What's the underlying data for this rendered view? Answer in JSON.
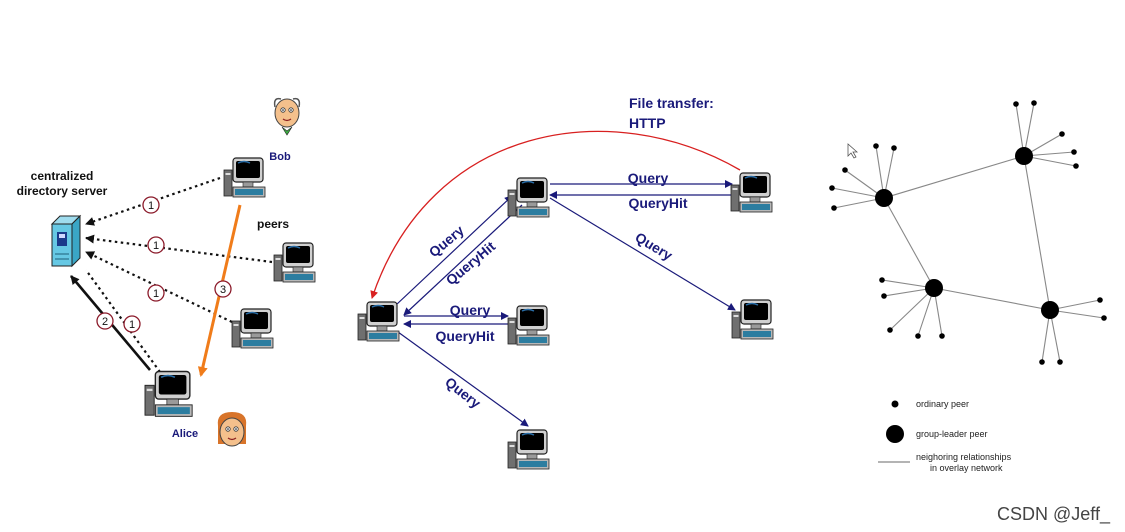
{
  "colors": {
    "navy": "#1a1a7a",
    "orange": "#f07c1a",
    "red": "#d82020",
    "circle": "#8b1a2a",
    "gray": "#888888",
    "watermark": "#444444"
  },
  "centralized": {
    "server_label_line1": "centralized",
    "server_label_line2": "directory server",
    "bob": "Bob",
    "peers": "peers",
    "alice": "Alice",
    "steps": {
      "s1a": "1",
      "s1b": "1",
      "s1c": "1",
      "s1d": "1",
      "s2": "2",
      "s3": "3"
    }
  },
  "flooding": {
    "file_transfer_line1": "File transfer:",
    "file_transfer_line2": "HTTP",
    "q_top": "Query",
    "qh_top": "QueryHit",
    "q_right": "Query",
    "q_diag": "Query",
    "qh_diag": "QueryHit",
    "q_mid": "Query",
    "qh_mid": "QueryHit",
    "q_down": "Query"
  },
  "legend": {
    "ordinary": "ordinary peer",
    "leader": "group-leader peer",
    "neighbor_line1": "neighoring relationships",
    "neighbor_line2": "in overlay network"
  },
  "watermark": "CSDN @Jeff_"
}
